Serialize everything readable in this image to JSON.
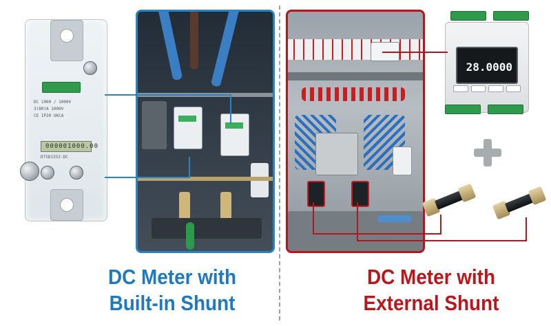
{
  "meter": {
    "label_lines": [
      "DC 1000 / 1000V",
      "3(80)A 1000V",
      "CE  IP20  UKCA"
    ],
    "lcd_value": "000001000.00",
    "model": "DTSD1352-DC"
  },
  "din_meter": {
    "reading": "28.0000"
  },
  "captions": {
    "left": {
      "line1": "DC Meter with",
      "line2": "Built-in Shunt"
    },
    "right": {
      "line1": "DC Meter with",
      "line2": "External Shunt"
    }
  },
  "colors": {
    "built_in_accent": "#2a83c6",
    "external_accent": "#b4161b",
    "plus_sign": "#a7acaf"
  }
}
